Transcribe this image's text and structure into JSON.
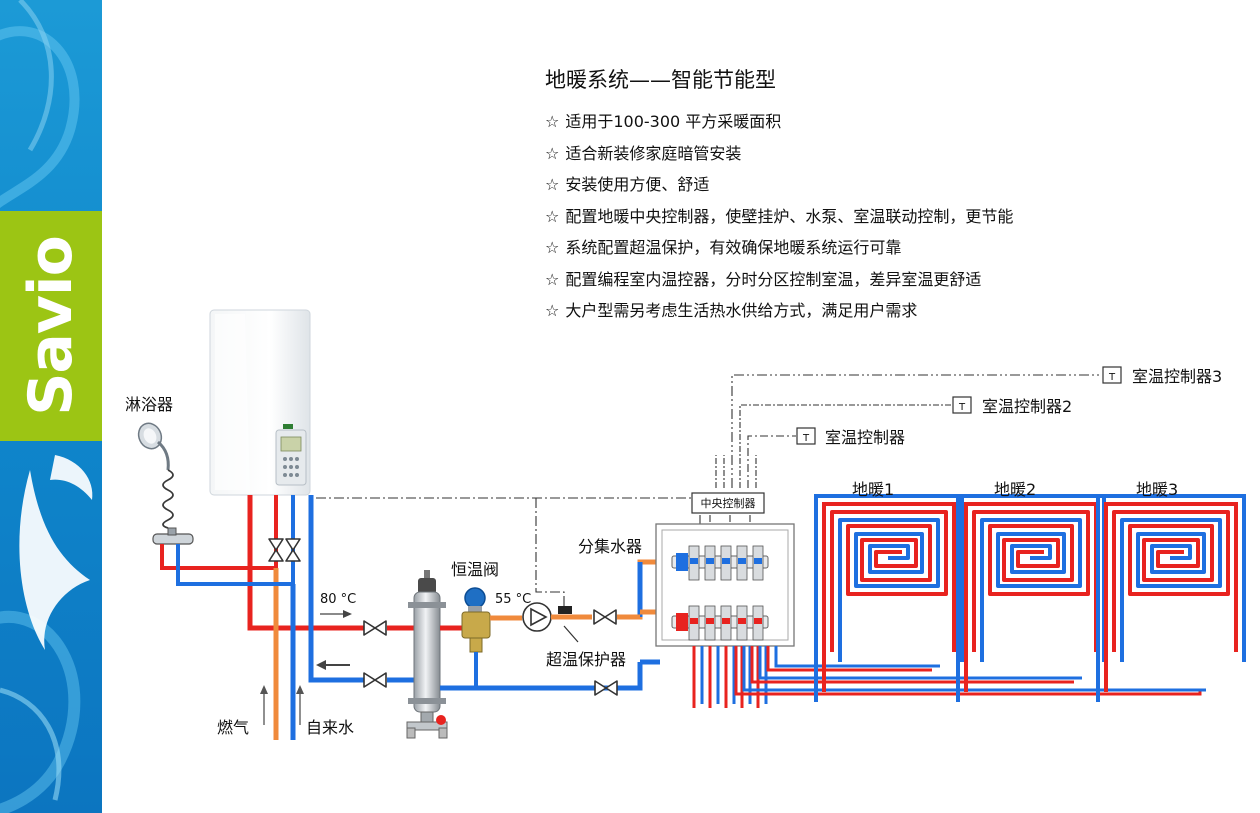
{
  "brand": {
    "name": "Savio",
    "color_blue": "#1b8fd0",
    "color_green": "#9cc514"
  },
  "features": {
    "title": "地暖系统——智能节能型",
    "star": "☆",
    "items": [
      "适用于100-300 平方采暖面积",
      "适合新装修家庭暗管安装",
      "安装使用方便、舒适",
      "配置地暖中央控制器，使壁挂炉、水泵、室温联动控制，更节能",
      "系统配置超温保护，有效确保地暖系统运行可靠",
      "配置编程室内温控器，分时分区控制室温，差异室温更舒适",
      "大户型需另考虑生活热水供给方式，满足用户需求"
    ]
  },
  "diagram": {
    "labels": {
      "shower": "淋浴器",
      "gas": "燃气",
      "tap_water": "自来水",
      "temp_80": "80 °C",
      "thermostatic_valve": "恒温阀",
      "temp_55": "55 °C",
      "overheat_protector": "超温保护器",
      "manifold": "分集水器",
      "central_controller": "中央控制器",
      "room_controller_1": "室温控制器",
      "room_controller_2": "室温控制器2",
      "room_controller_3": "室温控制器3",
      "floor_1": "地暖1",
      "floor_2": "地暖2",
      "floor_3": "地暖3",
      "thermostat_symbol": "T"
    },
    "colors": {
      "hot": "#e8231f",
      "cold": "#1e6fe0",
      "orange": "#f08a3c",
      "signal": "#333333"
    }
  }
}
